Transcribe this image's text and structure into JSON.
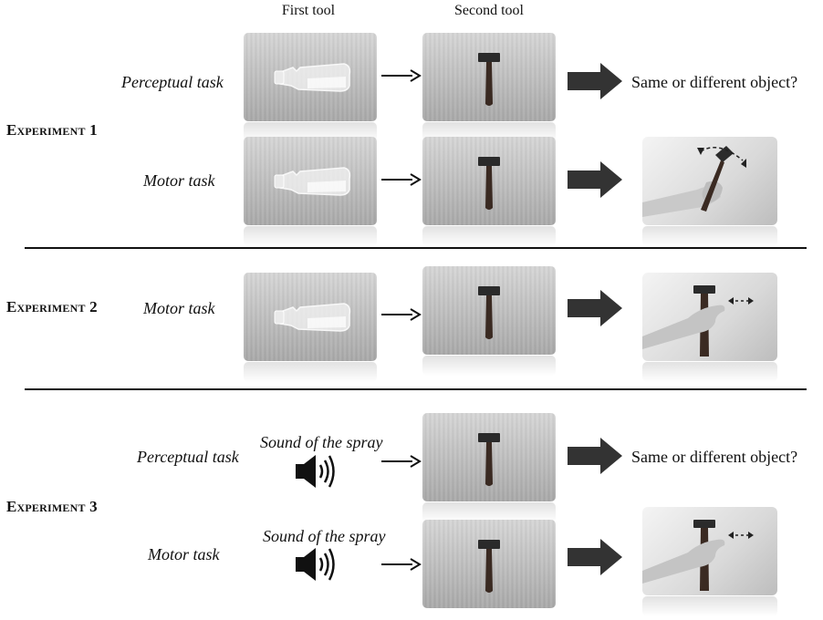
{
  "headers": {
    "first_tool": "First tool",
    "second_tool": "Second tool"
  },
  "experiments": [
    {
      "label": "Experiment 1",
      "rows": [
        {
          "task": "Perceptual task",
          "outcome": "Same or different object?"
        },
        {
          "task": "Motor task"
        }
      ]
    },
    {
      "label": "Experiment 2",
      "rows": [
        {
          "task": "Motor task"
        }
      ]
    },
    {
      "label": "Experiment 3",
      "rows": [
        {
          "task": "Perceptual task",
          "stimulus": "Sound of the spray",
          "outcome": "Same or different object?"
        },
        {
          "task": "Motor task",
          "stimulus": "Sound of the spray"
        }
      ]
    }
  ],
  "icons": {
    "first_tool": "spray-bottle-icon",
    "second_tool": "hammer-icon",
    "sound": "speaker-icon",
    "next": "arrow-right-icon",
    "result": "block-arrow-icon",
    "rotate_response": "hand-rotating-hammer-icon",
    "slide_response": "hand-grasping-hammer-icon"
  }
}
